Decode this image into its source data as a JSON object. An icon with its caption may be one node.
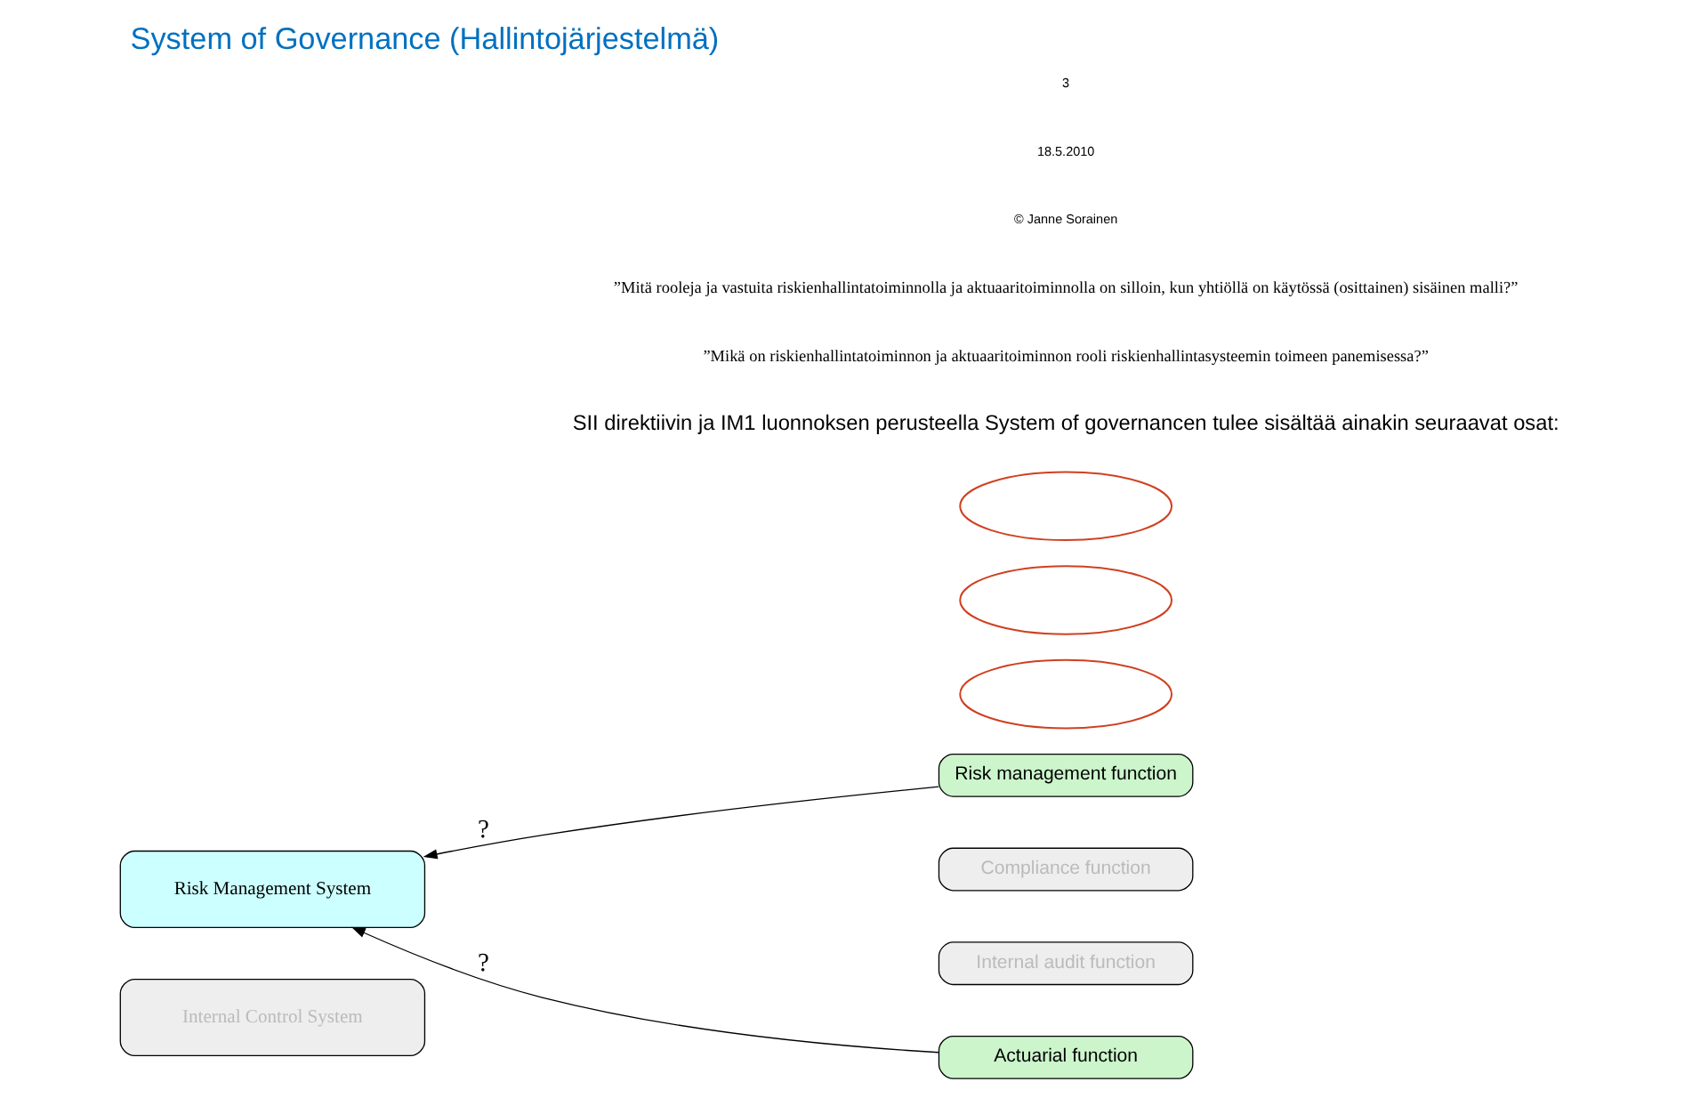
{
  "diagram": {
    "title": "System of Governance (Hallintojärjestelmä)",
    "nodes": [
      {
        "text": [
          "Risk Management System"
        ]
      },
      {
        "text": [
          "Internal Control System"
        ]
      },
      {
        "text": [
          "Risk management function"
        ]
      },
      {
        "text": [
          "Compliance function"
        ]
      },
      {
        "text": [
          "Internal audit function"
        ]
      },
      {
        "text": [
          "Actuarial function"
        ]
      },
      {
        "text": [],
        "shape": "ellipse"
      },
      {
        "text": [],
        "shape": "ellipse"
      },
      {
        "text": [],
        "shape": "ellipse"
      }
    ],
    "edges": [
      {
        "from": 2,
        "to": 0,
        "arrow": "to",
        "label": "?"
      },
      {
        "from": 5,
        "to": 0,
        "arrow": "to",
        "label": "?"
      }
    ],
    "labels": [
      "SII direktiivin ja IM1 luonnoksen perusteella System of governancen tulee sisältää ainakin seuraavat osat:",
      "”Mikä on riskienhallintatoiminnon ja aktuaaritoiminnon rooli riskienhallintasysteemin toimeen panemisessa?”",
      "”Mitä rooleja ja vastuita riskienhallintatoiminnolla ja aktuaaritoiminnolla on silloin, kun yhtiöllä on käytössä (osittainen) sisäinen malli?”",
      "© Janne Sorainen",
      "18.5.2010",
      "3"
    ]
  }
}
